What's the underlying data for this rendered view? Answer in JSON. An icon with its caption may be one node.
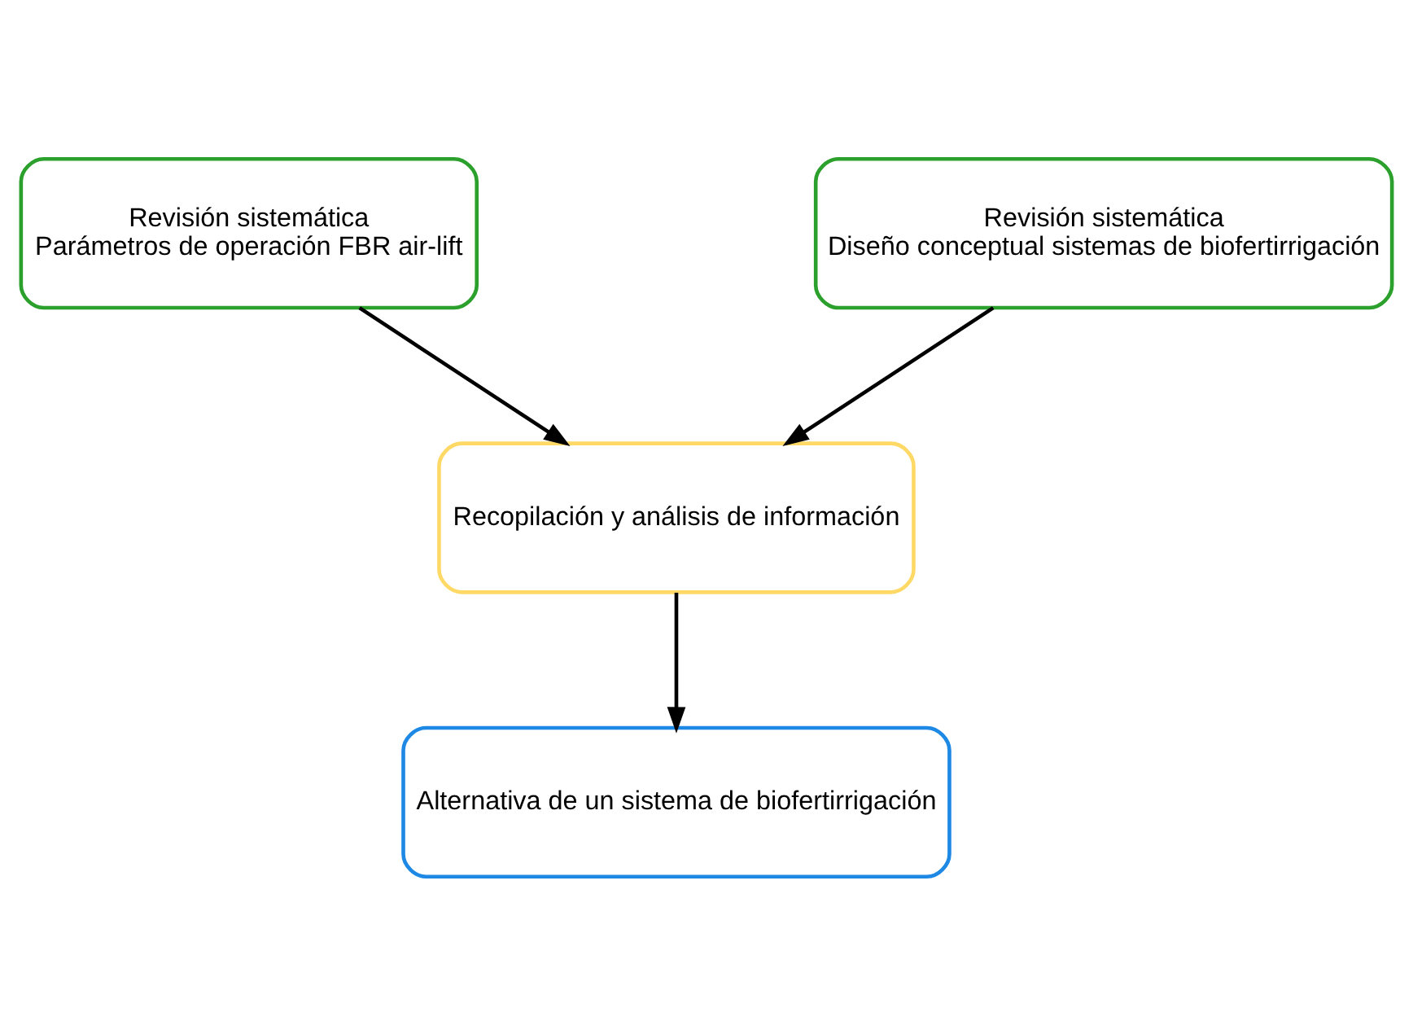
{
  "diagram": {
    "nodes": [
      {
        "text": [
          "Revisión sistemática",
          "Parámetros de operación FBR air-lift"
        ]
      },
      {
        "text": [
          "Revisión sistemática",
          "Diseño conceptual sistemas de biofertirrigación"
        ]
      },
      {
        "text": [
          "Recopilación y análisis de información"
        ]
      },
      {
        "text": [
          "Alternativa de un sistema de biofertirrigación"
        ]
      }
    ],
    "edges": [
      {
        "from": 0,
        "to": 2,
        "arrow": "to"
      },
      {
        "from": 1,
        "to": 2,
        "arrow": "to"
      },
      {
        "from": 2,
        "to": 3,
        "arrow": "to"
      }
    ]
  }
}
